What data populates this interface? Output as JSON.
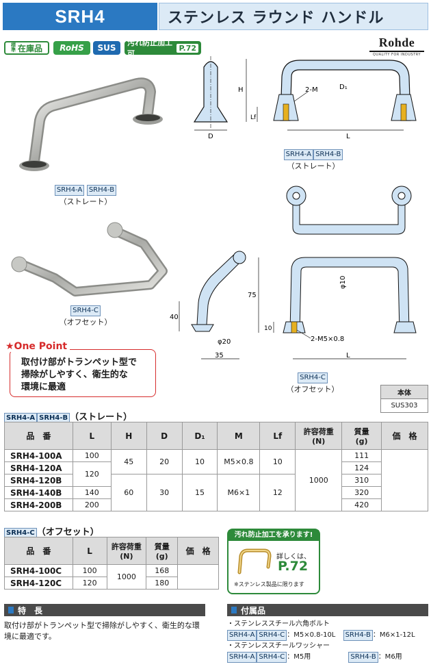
{
  "header": {
    "code": "SRH4",
    "title": "ステンレス ラウンド ハンドル"
  },
  "badges": {
    "stock_small": "標準",
    "stock": "在庫品",
    "rohs": "RoHS",
    "sus": "SUS",
    "anti_dirt": "汚れ防止加工可",
    "anti_dirt_page": "P.72"
  },
  "brand": {
    "name": "Rohde",
    "slogan": "QUALITY FOR INDUSTRY"
  },
  "photo_captions": {
    "straight_tags": [
      "SRH4-A",
      "SRH4-B"
    ],
    "straight_label": "（ストレート）",
    "offset_tags": [
      "SRH4-C"
    ],
    "offset_label": "（オフセット）"
  },
  "drawing_labels": {
    "H": "H",
    "Lf": "Lf",
    "D": "D",
    "D1": "D₁",
    "M": "2-M",
    "L": "L",
    "offset_75": "75",
    "offset_40": "40",
    "offset_10": "10",
    "offset_phi10": "φ10",
    "offset_phi20": "φ20",
    "offset_35": "35",
    "offset_m": "2-M5×0.8",
    "offset_L": "L"
  },
  "one_point": {
    "title": "★One Point",
    "lines": [
      "取付け部がトランペット型で",
      "掃除がしやすく、衛生的な",
      "環境に最適"
    ]
  },
  "material": {
    "header": "本体",
    "value": "SUS303"
  },
  "table_straight": {
    "tags": [
      "SRH4-A",
      "SRH4-B"
    ],
    "label": "（ストレート）",
    "headers": [
      "品　番",
      "L",
      "H",
      "D",
      "D₁",
      "M",
      "Lf",
      "許容荷重\n(N)",
      "質量\n(g)",
      "価　格"
    ],
    "rows": [
      {
        "part": "SRH4-100A",
        "L": "100",
        "weight": "111"
      },
      {
        "part": "SRH4-120A",
        "L": "120",
        "weight": "124"
      },
      {
        "part": "SRH4-120B",
        "L": "",
        "weight": "310"
      },
      {
        "part": "SRH4-140B",
        "L": "140",
        "weight": "320"
      },
      {
        "part": "SRH4-200B",
        "L": "200",
        "weight": "420"
      }
    ],
    "group_a": {
      "H": "45",
      "D": "20",
      "D1": "10",
      "M": "M5×0.8",
      "Lf": "10"
    },
    "group_b": {
      "H": "60",
      "D": "30",
      "D1": "15",
      "M": "M6×1",
      "Lf": "12"
    },
    "load": "1000"
  },
  "table_offset": {
    "tags": [
      "SRH4-C"
    ],
    "label": "（オフセット）",
    "headers": [
      "品　番",
      "L",
      "許容荷重\n(N)",
      "質量\n(g)",
      "価　格"
    ],
    "rows": [
      {
        "part": "SRH4-100C",
        "L": "100",
        "weight": "168"
      },
      {
        "part": "SRH4-120C",
        "L": "120",
        "weight": "180"
      }
    ],
    "load": "1000"
  },
  "promo": {
    "title": "汚れ防止加工を承ります!",
    "more": "詳しくは、",
    "page": "P.72",
    "note": "※ステンレス製品に限ります"
  },
  "features": {
    "title": "特　長",
    "text": "取付け部がトランペット型で掃除がしやすく、衛生的な環境に最適です。"
  },
  "accessories": {
    "title": "付属品",
    "bolt": "・ステンレススチール六角ボルト",
    "bolt_a_tags": [
      "SRH4-A",
      "SRH4-C"
    ],
    "bolt_a_spec": "：M5×0.8-10L",
    "bolt_b_tag": "SRH4-B",
    "bolt_b_spec": "：M6×1-12L",
    "washer": "・ステンレススチールワッシャー",
    "washer_a_tags": [
      "SRH4-A",
      "SRH4-C"
    ],
    "washer_a_spec": "：M5用",
    "washer_b_tag": "SRH4-B",
    "washer_b_spec": "：M6用"
  },
  "colors": {
    "accent": "#2b79c2",
    "green": "#2d8a3a",
    "red": "#d62b2b",
    "part_fill": "#cfe3f4"
  }
}
